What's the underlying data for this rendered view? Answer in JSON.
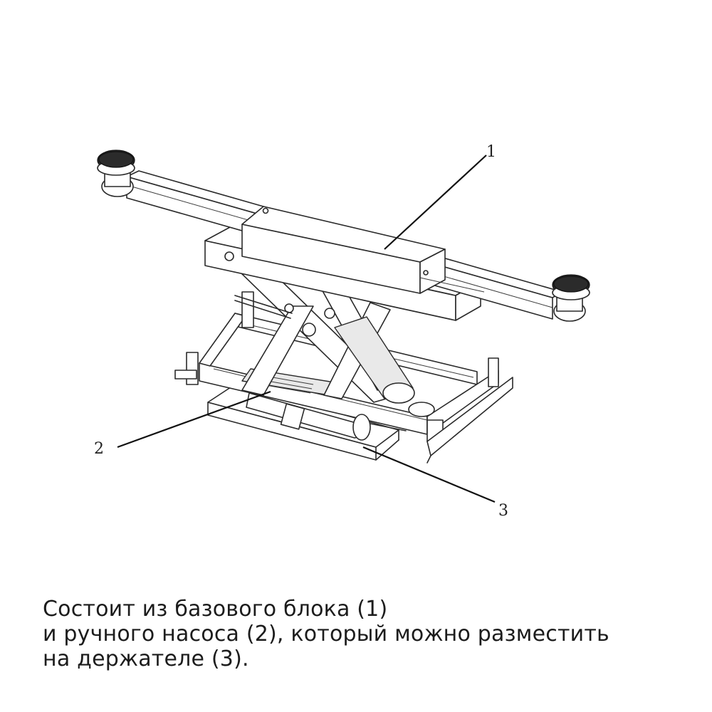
{
  "callouts": [
    {
      "id": "1",
      "label": "1"
    },
    {
      "id": "2",
      "label": "2"
    },
    {
      "id": "3",
      "label": "3"
    }
  ],
  "caption": {
    "line1": "Состоит из базового блока (1)",
    "line2": "и ручного насоса (2), который можно разместить",
    "line3": "на держателе (3)."
  },
  "colors": {
    "line": "#2a2a2a",
    "text": "#1c1c1c",
    "background": "#ffffff"
  }
}
